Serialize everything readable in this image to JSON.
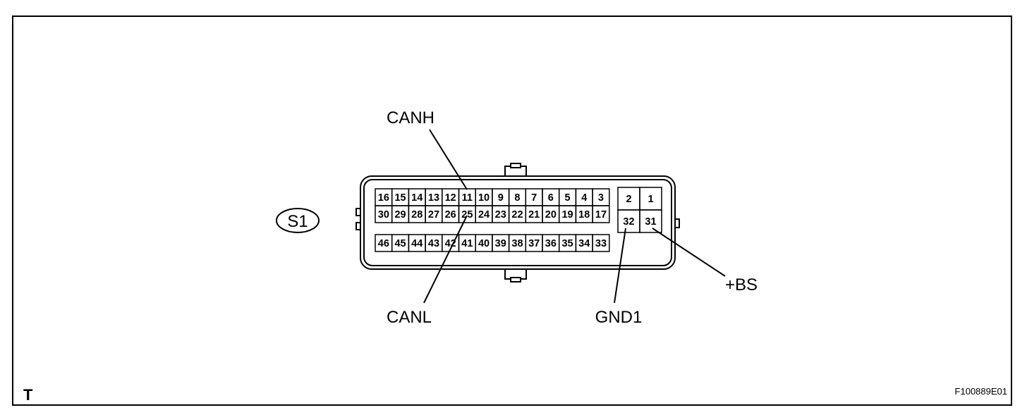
{
  "connector": {
    "code": "S1",
    "main_block": {
      "row1": [
        "16",
        "15",
        "14",
        "13",
        "12",
        "11",
        "10",
        "9",
        "8",
        "7",
        "6",
        "5",
        "4",
        "3"
      ],
      "row2": [
        "30",
        "29",
        "28",
        "27",
        "26",
        "25",
        "24",
        "23",
        "22",
        "21",
        "20",
        "19",
        "18",
        "17"
      ],
      "row3": [
        "46",
        "45",
        "44",
        "43",
        "42",
        "41",
        "40",
        "39",
        "38",
        "37",
        "36",
        "35",
        "34",
        "33"
      ]
    },
    "side_block": {
      "row1": [
        "2",
        "1"
      ],
      "row2": [
        "32",
        "31"
      ]
    }
  },
  "labels": {
    "canh": "CANH",
    "canl": "CANL",
    "gnd1": "GND1",
    "bs": "+BS"
  },
  "footer": {
    "corner_mark": "T",
    "figure_id": "F100889E01"
  }
}
